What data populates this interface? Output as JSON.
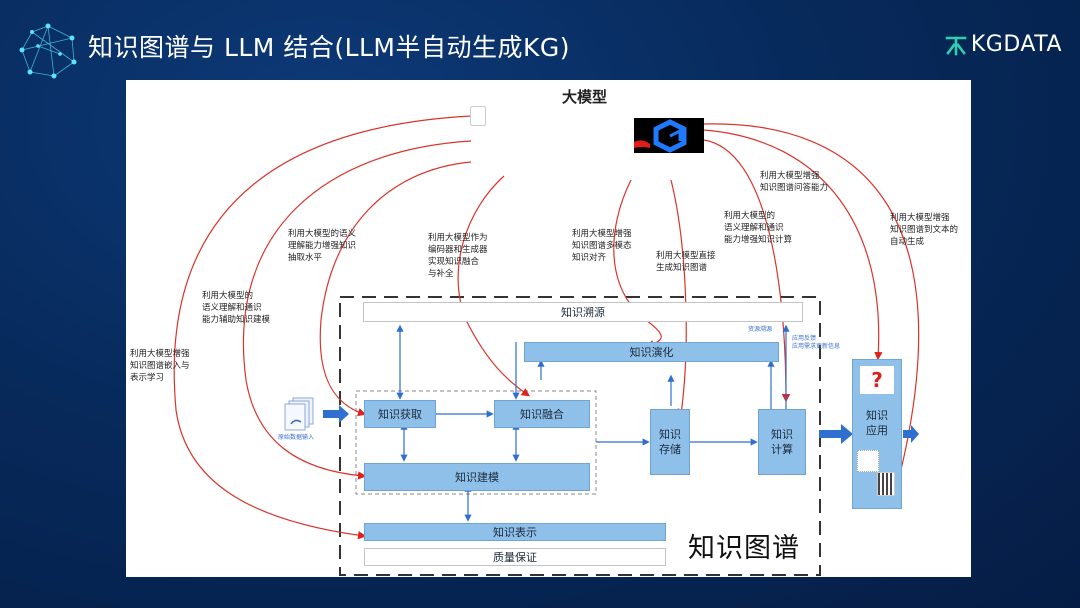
{
  "header": {
    "title": "知识图谱与 LLM 结合(LLM半自动生成KG)",
    "brand": "KGDATA",
    "logo_icon": "network-polygon-icon",
    "brand_icon": "kgdata-mark-icon"
  },
  "diagram": {
    "llm_title": "大模型",
    "llm_icons": [
      "document-icon",
      "llm-cube-logo-icon"
    ],
    "annotations": [
      "利用大模型增强\n知识图谱嵌入与\n表示学习",
      "利用大模型的\n语义理解和通识\n能力辅助知识建模",
      "利用大模型的语义\n理解能力增强知识\n抽取水平",
      "利用大模型作为\n编码器和生成器\n实现知识融合\n与补全",
      "利用大模型增强\n知识图谱多模态\n知识对齐",
      "利用大模型直接\n生成知识图谱",
      "利用大模型的\n语义理解和通识\n能力增强知识计算",
      "利用大模型增强\n知识图谱问答能力",
      "利用大模型增强\n知识图谱到文本的\n自动生成"
    ],
    "input_label": "原始数据输入",
    "blocks": {
      "traceability": "知识溯源",
      "evolution": "知识演化",
      "acquisition": "知识获取",
      "fusion": "知识融合",
      "modeling": "知识建模",
      "representation": "知识表示",
      "quality": "质量保证",
      "storage": "知识\n存储",
      "computation": "知识\n计算",
      "application": "知识\n应用"
    },
    "small_notes": {
      "resource_note": "资源溯源",
      "app_note": "应用反馈\n应用需求更新信息"
    },
    "kg_title": "知识图谱",
    "app_icons": [
      "question-mark-icon",
      "graph-scatter-icon",
      "qr-code-icon"
    ]
  }
}
